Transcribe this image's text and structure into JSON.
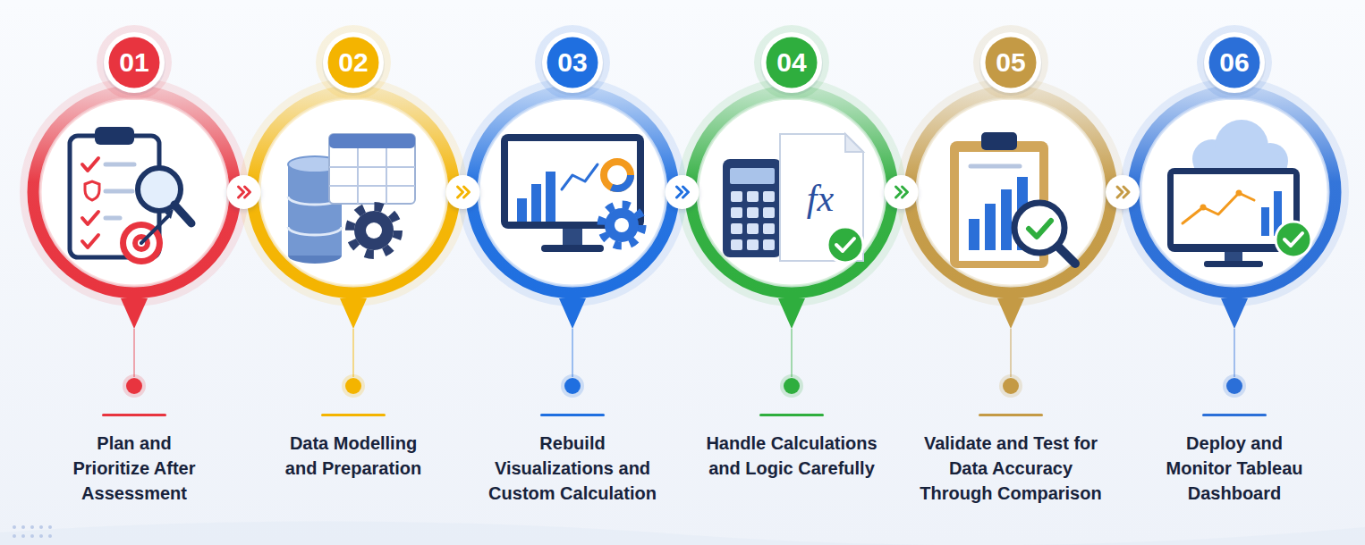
{
  "diagram": {
    "nodes": [
      {
        "text": [
          "Plan and Prioritize After Assessment"
        ]
      },
      {
        "text": [
          "01"
        ],
        "in": 0
      },
      {
        "text": [
          "Data Modelling and Preparation"
        ]
      },
      {
        "text": [
          "02"
        ],
        "in": 2
      },
      {
        "text": [
          "Rebuild Visualizations and Custom Calculation"
        ]
      },
      {
        "text": [
          "03"
        ],
        "in": 4
      },
      {
        "text": [
          "Handle Calculations and Logic Carefully"
        ]
      },
      {
        "text": [
          "04"
        ],
        "in": 6
      },
      {
        "text": [
          "Validate and Test for Data Accuracy Through Comparison"
        ]
      },
      {
        "text": [
          "05"
        ],
        "in": 8
      },
      {
        "text": [
          "Deploy and Monitor Tableau Dashboard"
        ]
      },
      {
        "text": [
          "06"
        ],
        "in": 10
      }
    ],
    "edges": [
      {
        "from": 0,
        "to": 2,
        "arrow": "to"
      },
      {
        "from": 2,
        "to": 4,
        "arrow": "to"
      },
      {
        "from": 4,
        "to": 6,
        "arrow": "to"
      },
      {
        "from": 6,
        "to": 8,
        "arrow": "to"
      },
      {
        "from": 8,
        "to": 10,
        "arrow": "to"
      }
    ],
    "labels": [
      "fx"
    ]
  }
}
